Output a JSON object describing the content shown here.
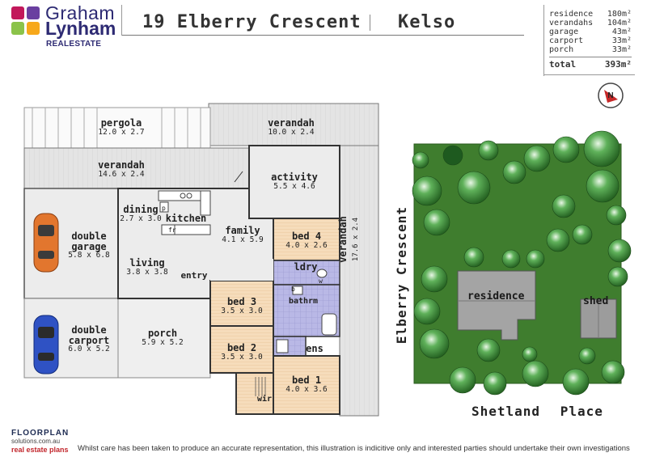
{
  "header": {
    "brand_line1": "Graham",
    "brand_line2": "Lynham",
    "brand_line3": "REALESTATE",
    "address": "19 Elberry Crescent",
    "suburb": "Kelso"
  },
  "areas": {
    "rows": [
      {
        "label": "residence",
        "value": "180m²"
      },
      {
        "label": "verandahs",
        "value": "104m²"
      },
      {
        "label": "garage",
        "value": "43m²"
      },
      {
        "label": "carport",
        "value": "33m²"
      },
      {
        "label": "porch",
        "value": "33m²"
      }
    ],
    "total_label": "total",
    "total_value": "393m²"
  },
  "rooms": {
    "pergola": {
      "name": "pergola",
      "dim": "12.0 x 2.7"
    },
    "verandah_top": {
      "name": "verandah",
      "dim": "10.0 x 2.4"
    },
    "verandah_left": {
      "name": "verandah",
      "dim": "14.6 x 2.4"
    },
    "activity": {
      "name": "activity",
      "dim": "5.5 x 4.6"
    },
    "dining": {
      "name": "dining",
      "dim": "2.7 x 3.0"
    },
    "kitchen": {
      "name": "kitchen"
    },
    "family": {
      "name": "family",
      "dim": "4.1 x 5.9"
    },
    "bed4": {
      "name": "bed 4",
      "dim": "4.0 x 2.6"
    },
    "double_garage": {
      "name": "double garage",
      "line1": "double",
      "line2": "garage",
      "dim": "5.8 x 6.8"
    },
    "living": {
      "name": "living",
      "dim": "3.8 x 3.8"
    },
    "entry": {
      "name": "entry"
    },
    "ldry": {
      "name": "ldry"
    },
    "bathrm": {
      "name": "bathrm"
    },
    "bed3": {
      "name": "bed 3",
      "dim": "3.5 x 3.0"
    },
    "bed2": {
      "name": "bed 2",
      "dim": "3.5 x 3.0"
    },
    "bed1": {
      "name": "bed 1",
      "dim": "4.0 x 3.6"
    },
    "ens": {
      "name": "ens"
    },
    "wir": {
      "name": "wir"
    },
    "double_carport": {
      "line1": "double",
      "line2": "carport",
      "dim": "6.0 x 5.2"
    },
    "porch": {
      "name": "porch",
      "dim": "5.9 x 5.2"
    },
    "verandah_right": {
      "name": "verandah",
      "dim": "17.6 x 2.4"
    },
    "fixtures": {
      "fridge": "fr",
      "pantry": "p",
      "basin": "b",
      "washer": "w"
    }
  },
  "site": {
    "street_side": "Elberry Crescent",
    "street_bottom": "Shetland Place",
    "residence_label": "residence",
    "shed_label": "shed",
    "compass_letter": "N"
  },
  "footer": {
    "brand1": "FLOORPLAN",
    "brand2": "solutions.com.au",
    "brand3": "real estate plans",
    "disclaimer": "Whilst care has been taken to produce an accurate representation, this illustration is indicitive only and interested parties should undertake their own investigations"
  },
  "colors": {
    "brand": "#2d2a73",
    "indoor": "#ececec",
    "outdoor": "#e2e2e2",
    "bed": "#f4d9b8",
    "wet": "#b7b6e3",
    "lawn": "#3c7a2c",
    "roof": "#9a9a9a"
  }
}
